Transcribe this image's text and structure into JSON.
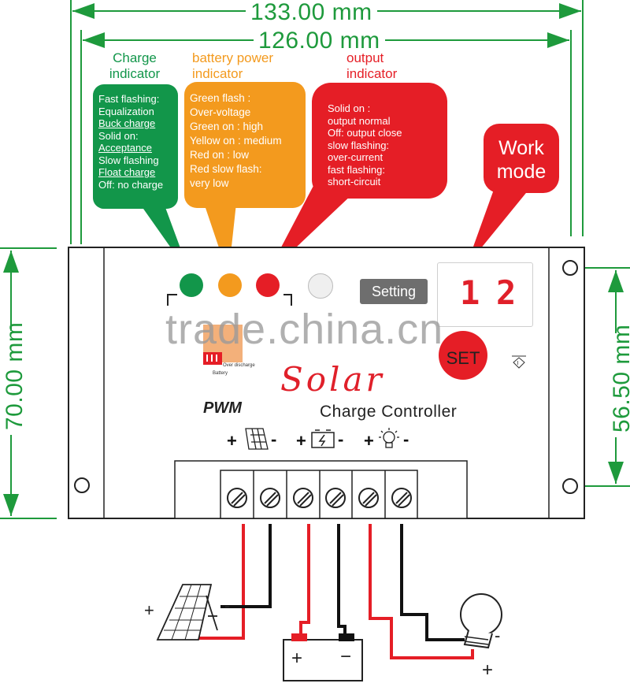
{
  "dimensions": {
    "overall_width": "133.00 mm",
    "inner_width": "126.00 mm",
    "overall_height": "70.00 mm",
    "hole_spacing": "56.50 mm"
  },
  "indicators": {
    "charge": {
      "title_lines": [
        "Charge",
        "indicator"
      ],
      "lines": [
        {
          "text": "Fast flashing:",
          "underline": false
        },
        {
          "text": "Equalization",
          "underline": false
        },
        {
          "text": "Buck charge",
          "underline": true
        },
        {
          "text": "Solid on:",
          "underline": false
        },
        {
          "text": "Acceptance",
          "underline": true
        },
        {
          "text": "Slow flashing",
          "underline": false
        },
        {
          "text": "Float charge",
          "underline": true
        },
        {
          "text": "Off: no charge",
          "underline": false
        }
      ],
      "color": "#12964a"
    },
    "battery": {
      "title_lines": [
        "battery power",
        "indicator"
      ],
      "lines": [
        "Green flash :",
        "Over-voltage",
        "Green on :  high",
        "Yellow on : medium",
        "Red on :       low",
        "Red slow flash:",
        "very low"
      ],
      "color": "#f39a1e"
    },
    "output": {
      "title_lines": [
        "output",
        "indicator"
      ],
      "lines": [
        "Solid on :",
        "output normal",
        "Off: output close",
        "slow flashing:",
        "over-current",
        "fast flashing:",
        "short-circuit"
      ],
      "color": "#e51e26"
    },
    "work_mode": {
      "lines": [
        "Work",
        "mode"
      ],
      "color": "#e51e26"
    }
  },
  "panel": {
    "setting_label": "Setting",
    "display_digits": [
      "1",
      "2"
    ],
    "set_label": "SET",
    "brand_word": "Solar",
    "pwm_label": "PWM",
    "subtitle": "Charge Controller",
    "over_discharge_label": "Over discharge",
    "battery_label": "Battery",
    "led_colors": [
      "#12964a",
      "#f39a1e",
      "#e51e26",
      "#eeeeee"
    ],
    "terminal_groups": [
      {
        "plus": "+",
        "minus": "-",
        "icon": "solar-panel-icon"
      },
      {
        "plus": "+",
        "minus": "-",
        "icon": "battery-icon"
      },
      {
        "plus": "+",
        "minus": "-",
        "icon": "bulb-icon"
      }
    ]
  },
  "watermark": "trade.china.cn",
  "wiring": {
    "solar_plus": "+",
    "solar_minus": "-",
    "battery_plus": "+",
    "battery_minus": "−",
    "bulb_plus": "+",
    "bulb_minus": "-"
  }
}
